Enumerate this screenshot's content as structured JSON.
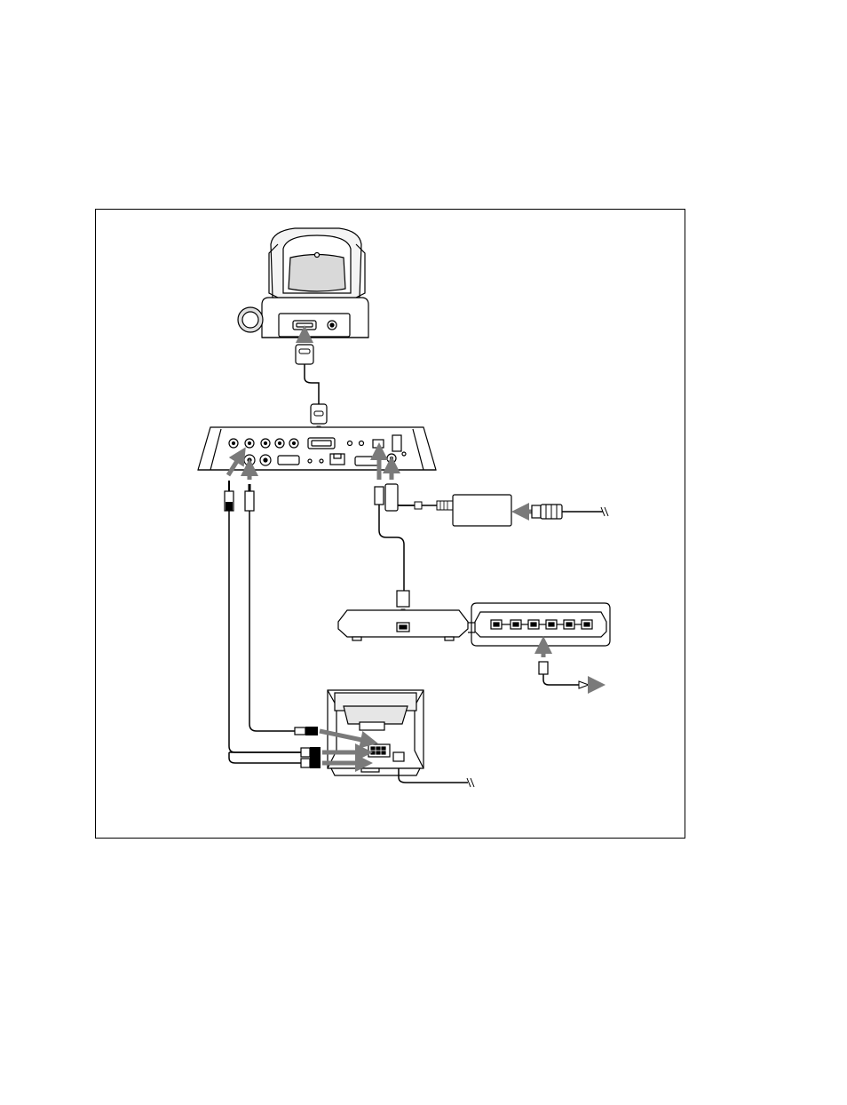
{
  "figure": {
    "kind": "connection diagram",
    "caption": "",
    "components": [
      "pan-tilt-camera",
      "codec-main-unit",
      "ac-power-adaptor",
      "isdn-network-interface-unit",
      "tv-monitor"
    ],
    "connectors": [
      "camera-control-cable",
      "video-cable",
      "s-video-cable",
      "audio-cables",
      "dc-power-cable",
      "ac-power-cord",
      "isdn-unit-cable",
      "isdn-line-cable",
      "tv-power-cord"
    ],
    "colors": {
      "line": "#000000",
      "arrow": "#7a7a7a",
      "fill": "#ffffff",
      "shade": "#cfcfcf"
    }
  }
}
